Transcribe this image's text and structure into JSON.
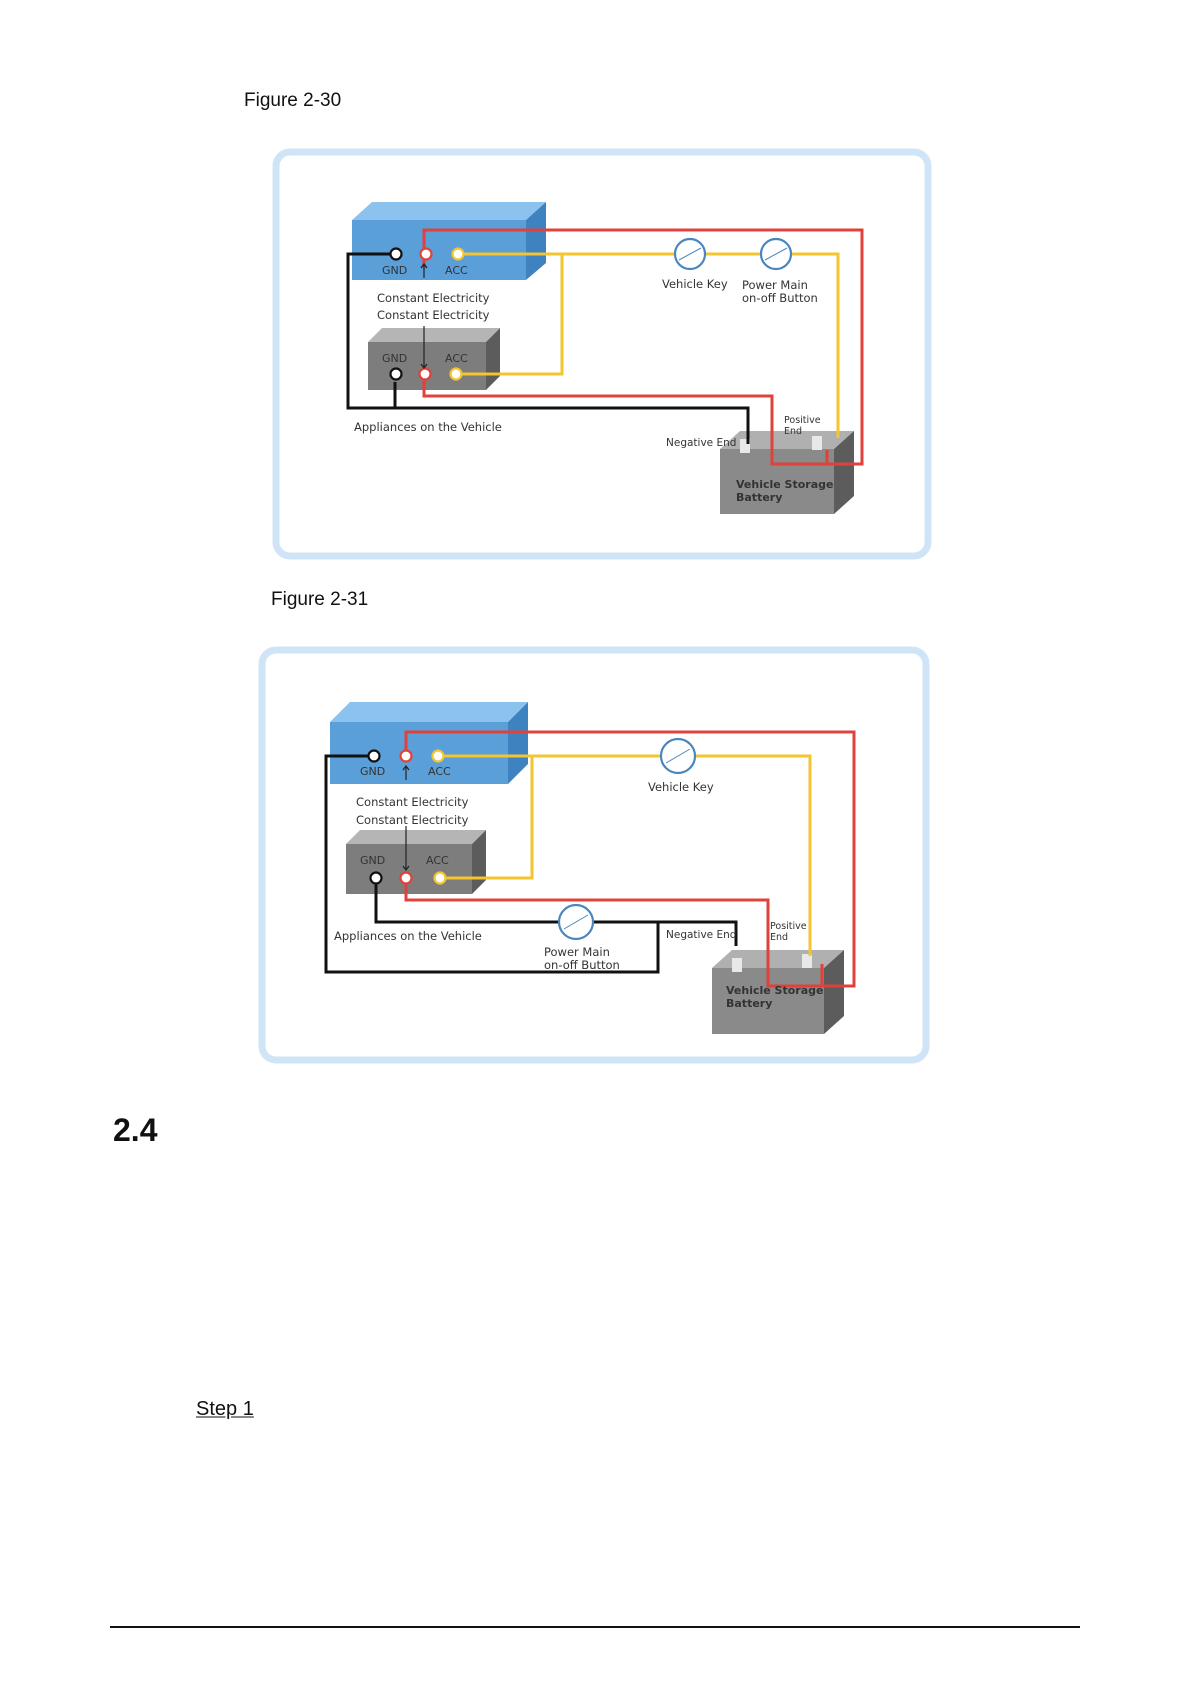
{
  "figures": [
    {
      "caption": "Figure 2-30",
      "labels": {
        "gnd_top": "GND",
        "acc_top": "ACC",
        "const1": "Constant Electricity",
        "const2": "Constant Electricity",
        "gnd_bottom": "GND",
        "acc_bottom": "ACC",
        "appliances": "Appliances on the Vehicle",
        "vehicle_key": "Vehicle Key",
        "power_main_1": "Power Main",
        "power_main_2": "on-off Button",
        "positive_1": "Positive",
        "positive_2": "End",
        "negative": "Negative End",
        "battery_1": "Vehicle Storage",
        "battery_2": "Battery"
      }
    },
    {
      "caption": "Figure 2-31",
      "labels": {
        "gnd_top": "GND",
        "acc_top": "ACC",
        "const1": "Constant Electricity",
        "const2": "Constant Electricity",
        "gnd_bottom": "GND",
        "acc_bottom": "ACC",
        "appliances": "Appliances on the Vehicle",
        "vehicle_key": "Vehicle Key",
        "power_main_1": "Power Main",
        "power_main_2": "on-off Button",
        "positive_1": "Positive",
        "positive_2": "End",
        "negative": "Negative End",
        "battery_1": "Vehicle Storage",
        "battery_2": "Battery"
      }
    }
  ],
  "section": {
    "number": "2.4"
  },
  "step": {
    "label": "Step 1"
  },
  "colors": {
    "frame": "#cfe4f6",
    "device_blue": "#5a9fd8",
    "device_gray": "#7d7d7d",
    "wire_red": "#e0413b",
    "wire_yellow": "#f2c531",
    "wire_black": "#111111"
  }
}
